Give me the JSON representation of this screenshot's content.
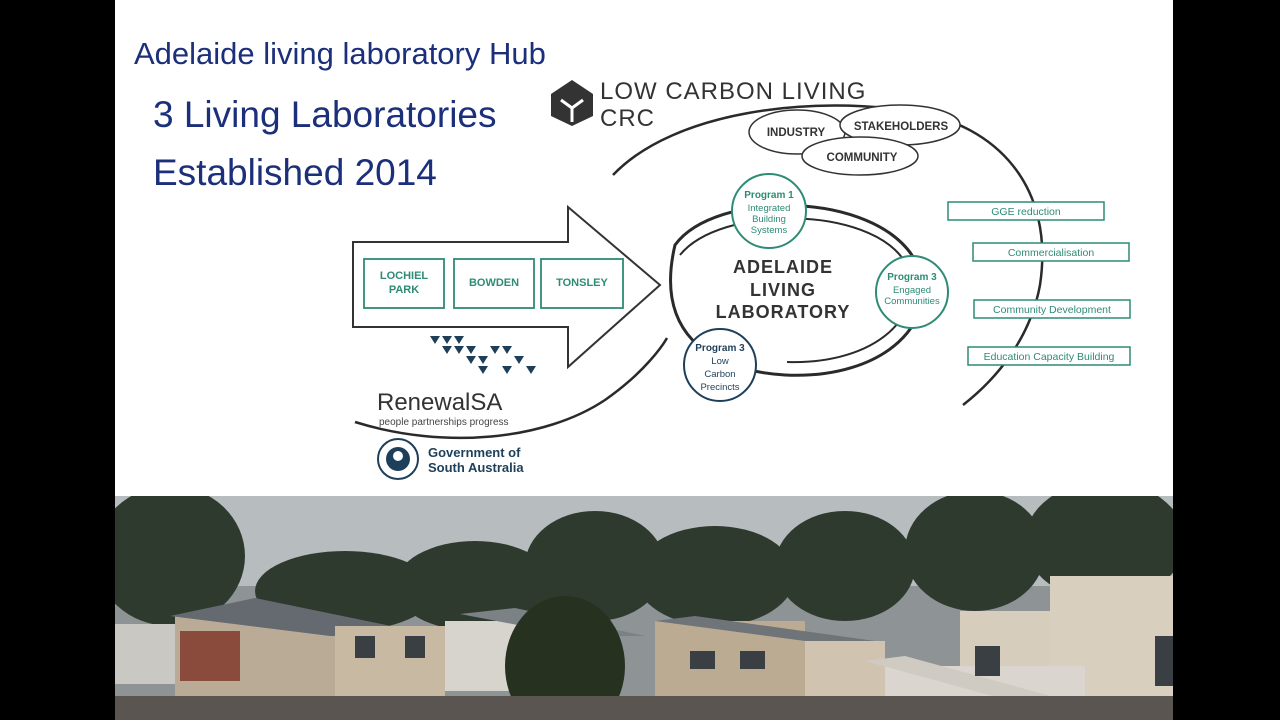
{
  "slide": {
    "title": "Adelaide living laboratory Hub",
    "subtitle_1": "3 Living Laboratories",
    "subtitle_2": "Established 2014"
  },
  "logos": {
    "lcl_line1": "LOW CARBON LIVING",
    "lcl_line2": "CRC",
    "renewal_name": "RenewalSA",
    "renewal_tagline": "people partnerships progress",
    "gov_line1": "Government of",
    "gov_line2": "South Australia"
  },
  "diagram": {
    "sites": [
      "LOCHIEL PARK",
      "BOWDEN",
      "TONSLEY"
    ],
    "stakeholder_groups": [
      "INDUSTRY",
      "STAKEHOLDERS",
      "COMMUNITY"
    ],
    "center_label": [
      "ADELAIDE",
      "LIVING",
      "LABORATORY"
    ],
    "programs": [
      {
        "title": "Program 1",
        "lines": [
          "Integrated",
          "Building",
          "Systems"
        ]
      },
      {
        "title": "Program 3",
        "lines": [
          "Engaged",
          "Communities"
        ]
      },
      {
        "title": "Program 3",
        "lines": [
          "Low",
          "Carbon",
          "Precincts"
        ]
      }
    ],
    "outcomes": [
      "GGE reduction",
      "Commercialisation",
      "Community Development",
      "Education Capacity Building"
    ],
    "colors": {
      "teal": "#2e8b75",
      "dark": "#222222",
      "title_blue": "#1b2f7a"
    }
  }
}
